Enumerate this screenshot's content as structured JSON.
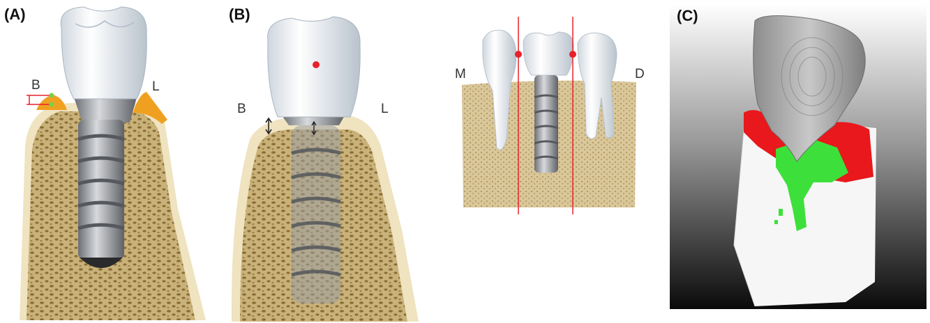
{
  "panels": [
    {
      "id": "A",
      "label": "(A)",
      "left_letter": "B",
      "right_letter": "L"
    },
    {
      "id": "B",
      "label": "(B)",
      "left_letter": "B",
      "right_letter": "L",
      "side_view": {
        "left_letter": "M",
        "right_letter": "D"
      }
    },
    {
      "id": "C",
      "label": "(C)"
    }
  ],
  "colors": {
    "bone": "#c9b27a",
    "bone_dark": "#8a6d34",
    "gum_outline": "#efe3c0",
    "gingiva_orange": "#f0a020",
    "crown": "#eef2f6",
    "implant": "#8d9096",
    "marker_red": "#e8202a",
    "marker_green": "#7ad04a",
    "overlay_red": "#e8181c",
    "overlay_green": "#3de03a"
  }
}
